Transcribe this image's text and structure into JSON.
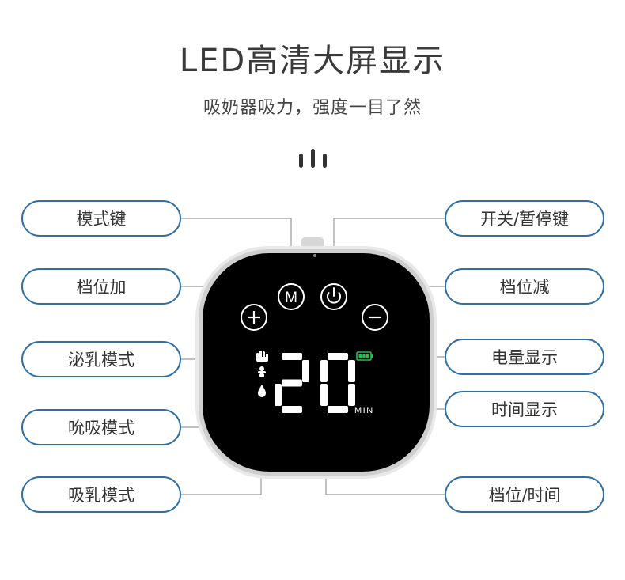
{
  "header": {
    "title": "LED高清大屏显示",
    "subtitle": "吸奶器吸力，强度一目了然"
  },
  "labels": {
    "mode_key": "模式键",
    "level_up": "档位加",
    "lactation_mode": "泌乳模式",
    "sucking_mode": "吮吸模式",
    "milk_mode": "吸乳模式",
    "power_pause": "开关/暂停键",
    "level_down": "档位减",
    "battery_display": "电量显示",
    "time_display": "时间显示",
    "level_time": "档位/时间"
  },
  "device": {
    "display_value": "20",
    "unit": "MIN",
    "mode_button_letter": "M",
    "battery_color": "#22c24a"
  }
}
